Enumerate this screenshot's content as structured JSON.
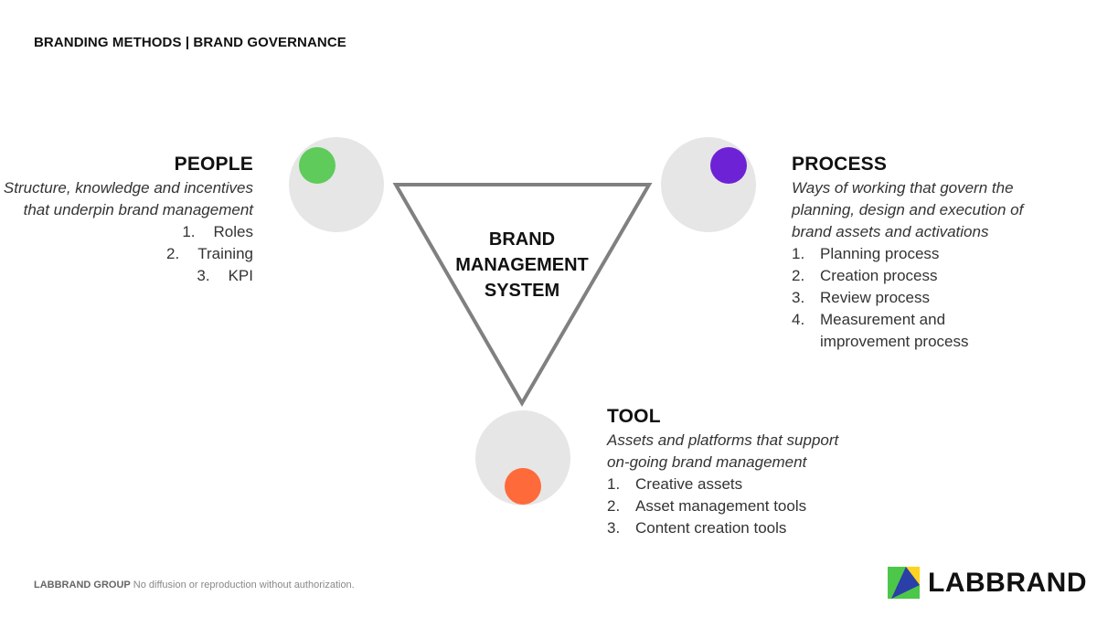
{
  "header": {
    "title": "BRANDING METHODS | BRAND GOVERNANCE"
  },
  "center": {
    "lines": [
      "BRAND",
      "MANAGEMENT",
      "SYSTEM"
    ]
  },
  "people": {
    "title": "PEOPLE",
    "description": [
      "Structure, knowledge and incentives",
      "that underpin brand management"
    ],
    "items": [
      {
        "num": "1.",
        "label": "Roles"
      },
      {
        "num": "2.",
        "label": "Training"
      },
      {
        "num": "3.",
        "label": "KPI"
      }
    ],
    "dot_color": "#5ecb5a"
  },
  "process": {
    "title": "PROCESS",
    "description": [
      "Ways of working that govern the",
      "planning, design and execution of",
      "brand assets and activations"
    ],
    "items": [
      {
        "num": "1.",
        "label": "Planning process"
      },
      {
        "num": "2.",
        "label": "Creation process"
      },
      {
        "num": "3.",
        "label": "Review process"
      },
      {
        "num": "4.",
        "label": "Measurement and",
        "label2": "improvement process"
      }
    ],
    "dot_color": "#6d22d6"
  },
  "tool": {
    "title": "TOOL",
    "description": [
      "Assets and platforms that support",
      "on-going brand management"
    ],
    "items": [
      {
        "num": "1.",
        "label": "Creative assets"
      },
      {
        "num": "2.",
        "label": "Asset management tools"
      },
      {
        "num": "3.",
        "label": "Content creation tools"
      }
    ],
    "dot_color": "#ff6a3a"
  },
  "footer": {
    "brand": "LABBRAND GROUP",
    "notice": " No diffusion or reproduction without authorization."
  },
  "logo": {
    "text": "LABBRAND",
    "icon": "labbrand-logo-icon"
  },
  "colors": {
    "circle_bg": "#e6e6e6",
    "triangle_stroke": "#808080"
  }
}
